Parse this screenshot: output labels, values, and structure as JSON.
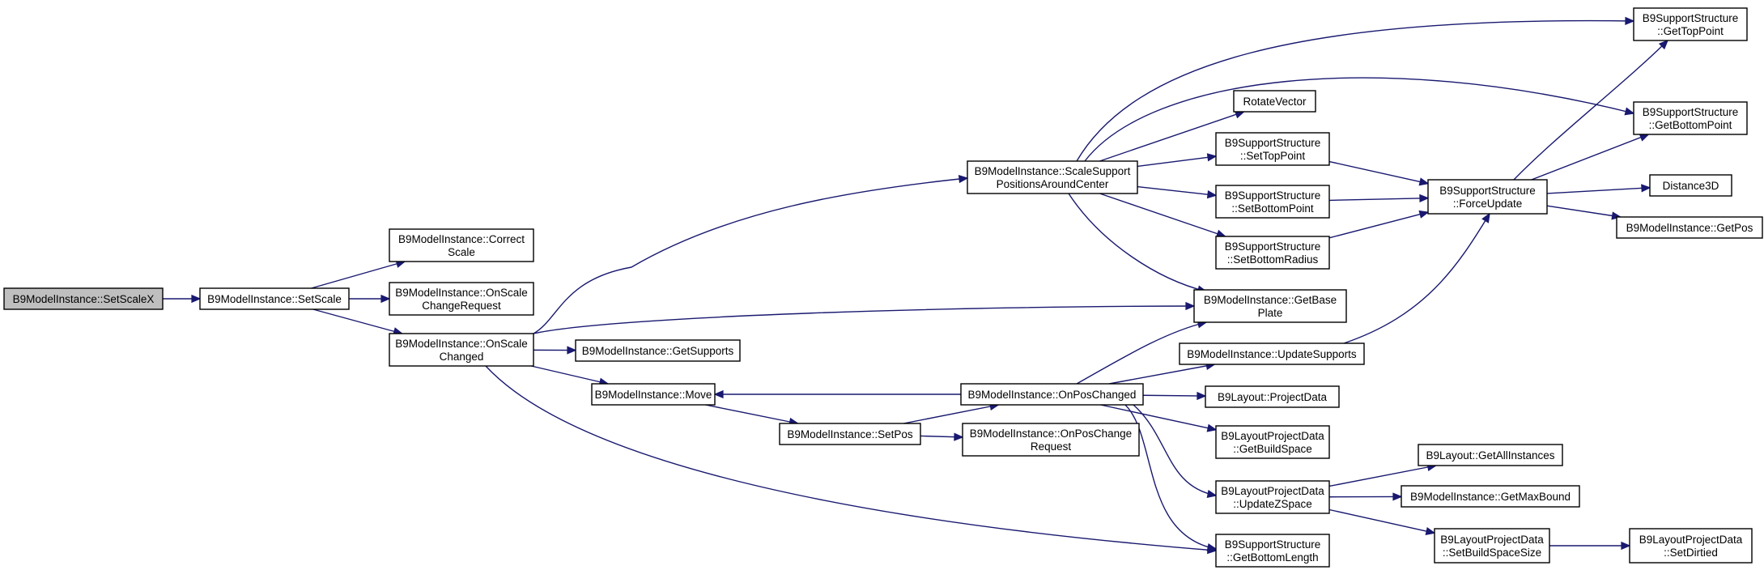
{
  "nodes": {
    "setScaleX": {
      "lines": [
        "B9ModelInstance::SetScaleX"
      ],
      "root": true
    },
    "setScale": {
      "lines": [
        "B9ModelInstance::SetScale"
      ]
    },
    "correctScale": {
      "lines": [
        "B9ModelInstance::Correct",
        "Scale"
      ]
    },
    "onScaleChangeRequest": {
      "lines": [
        "B9ModelInstance::OnScale",
        "ChangeRequest"
      ]
    },
    "onScaleChanged": {
      "lines": [
        "B9ModelInstance::OnScale",
        "Changed"
      ]
    },
    "scaleSupport": {
      "lines": [
        "B9ModelInstance::ScaleSupport",
        "PositionsAroundCenter"
      ]
    },
    "getSupports": {
      "lines": [
        "B9ModelInstance::GetSupports"
      ]
    },
    "move": {
      "lines": [
        "B9ModelInstance::Move"
      ]
    },
    "setPos": {
      "lines": [
        "B9ModelInstance::SetPos"
      ]
    },
    "onPosChangeRequest": {
      "lines": [
        "B9ModelInstance::OnPosChange",
        "Request"
      ]
    },
    "onPosChanged": {
      "lines": [
        "B9ModelInstance::OnPosChanged"
      ]
    },
    "rotateVector": {
      "lines": [
        "RotateVector"
      ]
    },
    "setTopPoint": {
      "lines": [
        "B9SupportStructure",
        "::SetTopPoint"
      ]
    },
    "setBottomPoint": {
      "lines": [
        "B9SupportStructure",
        "::SetBottomPoint"
      ]
    },
    "setBottomRadius": {
      "lines": [
        "B9SupportStructure",
        "::SetBottomRadius"
      ]
    },
    "getBasePlate": {
      "lines": [
        "B9ModelInstance::GetBase",
        "Plate"
      ]
    },
    "updateSupports": {
      "lines": [
        "B9ModelInstance::UpdateSupports"
      ]
    },
    "projectData": {
      "lines": [
        "B9Layout::ProjectData"
      ]
    },
    "getBuildSpace": {
      "lines": [
        "B9LayoutProjectData",
        "::GetBuildSpace"
      ]
    },
    "updateZSpace": {
      "lines": [
        "B9LayoutProjectData",
        "::UpdateZSpace"
      ]
    },
    "getBottomLength": {
      "lines": [
        "B9SupportStructure",
        "::GetBottomLength"
      ]
    },
    "forceUpdate": {
      "lines": [
        "B9SupportStructure",
        "::ForceUpdate"
      ]
    },
    "getTopPoint": {
      "lines": [
        "B9SupportStructure",
        "::GetTopPoint"
      ]
    },
    "getBottomPoint": {
      "lines": [
        "B9SupportStructure",
        "::GetBottomPoint"
      ]
    },
    "distance3D": {
      "lines": [
        "Distance3D"
      ]
    },
    "getPos": {
      "lines": [
        "B9ModelInstance::GetPos"
      ]
    },
    "getAllInstances": {
      "lines": [
        "B9Layout::GetAllInstances"
      ]
    },
    "getMaxBound": {
      "lines": [
        "B9ModelInstance::GetMaxBound"
      ]
    },
    "setBuildSpaceSize": {
      "lines": [
        "B9LayoutProjectData",
        "::SetBuildSpaceSize"
      ]
    },
    "setDirtied": {
      "lines": [
        "B9LayoutProjectData",
        "::SetDirtied"
      ]
    }
  },
  "edges": [
    [
      "setScaleX",
      "setScale"
    ],
    [
      "setScale",
      "correctScale"
    ],
    [
      "setScale",
      "onScaleChangeRequest"
    ],
    [
      "setScale",
      "onScaleChanged"
    ],
    [
      "onScaleChanged",
      "scaleSupport"
    ],
    [
      "onScaleChanged",
      "getBasePlate"
    ],
    [
      "onScaleChanged",
      "getSupports"
    ],
    [
      "onScaleChanged",
      "move"
    ],
    [
      "onScaleChanged",
      "getBottomLength"
    ],
    [
      "move",
      "setPos"
    ],
    [
      "setPos",
      "onPosChanged"
    ],
    [
      "setPos",
      "onPosChangeRequest"
    ],
    [
      "onPosChanged",
      "move"
    ],
    [
      "onPosChanged",
      "getBasePlate"
    ],
    [
      "onPosChanged",
      "updateSupports"
    ],
    [
      "onPosChanged",
      "projectData"
    ],
    [
      "onPosChanged",
      "getBuildSpace"
    ],
    [
      "onPosChanged",
      "updateZSpace"
    ],
    [
      "onPosChanged",
      "getBottomLength"
    ],
    [
      "scaleSupport",
      "getTopPoint"
    ],
    [
      "scaleSupport",
      "getBottomPoint"
    ],
    [
      "scaleSupport",
      "rotateVector"
    ],
    [
      "scaleSupport",
      "setTopPoint"
    ],
    [
      "scaleSupport",
      "setBottomPoint"
    ],
    [
      "scaleSupport",
      "setBottomRadius"
    ],
    [
      "scaleSupport",
      "getBasePlate"
    ],
    [
      "setTopPoint",
      "forceUpdate"
    ],
    [
      "setBottomPoint",
      "forceUpdate"
    ],
    [
      "setBottomRadius",
      "forceUpdate"
    ],
    [
      "updateSupports",
      "forceUpdate"
    ],
    [
      "forceUpdate",
      "getTopPoint"
    ],
    [
      "forceUpdate",
      "getBottomPoint"
    ],
    [
      "forceUpdate",
      "distance3D"
    ],
    [
      "forceUpdate",
      "getPos"
    ],
    [
      "updateZSpace",
      "getAllInstances"
    ],
    [
      "updateZSpace",
      "getMaxBound"
    ],
    [
      "updateZSpace",
      "setBuildSpaceSize"
    ],
    [
      "setBuildSpaceSize",
      "setDirtied"
    ]
  ],
  "colors": {
    "edge": "#191970",
    "node_border": "#000000",
    "root_fill": "#bfbfbf",
    "node_fill": "#ffffff"
  }
}
